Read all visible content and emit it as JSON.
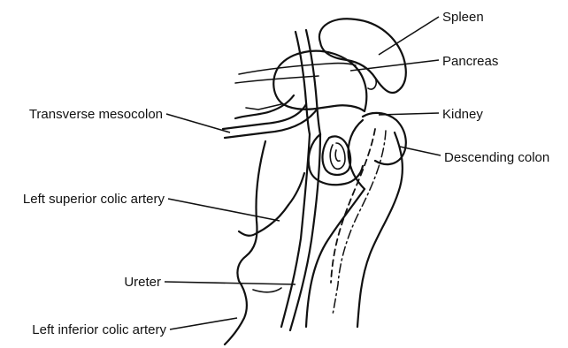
{
  "labels": {
    "spleen": "Spleen",
    "pancreas": "Pancreas",
    "kidney": "Kidney",
    "descending_colon": "Descending colon",
    "transverse_mesocolon": "Transverse mesocolon",
    "left_superior_colic_artery": "Left superior colic artery",
    "ureter": "Ureter",
    "left_inferior_colic_artery": "Left inferior colic artery"
  },
  "colors": {
    "ink": "#111111",
    "background": "#ffffff"
  }
}
